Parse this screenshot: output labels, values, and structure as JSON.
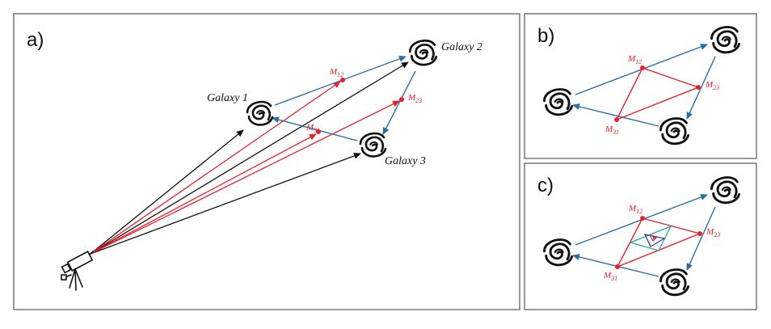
{
  "panels": {
    "a": {
      "label": "a)"
    },
    "b": {
      "label": "b)"
    },
    "c": {
      "label": "c)"
    }
  },
  "galaxies": {
    "g1": "Galaxy 1",
    "g2": "Galaxy 2",
    "g3": "Galaxy 3"
  },
  "midpoints": {
    "m12": {
      "base": "M",
      "sub": "12"
    },
    "m23": {
      "base": "M",
      "sub": "23"
    },
    "m31": {
      "base": "M",
      "sub": "31"
    }
  },
  "icons": {
    "galaxy": "spiral-galaxy-icon",
    "observer": "telescope-icon"
  },
  "colors": {
    "sight_line": "#111111",
    "galaxy_link": "#2a6ea6",
    "midpoint": "#e8202a",
    "inner_1": "#2aa6a0",
    "inner_2": "#3a3aa0",
    "inner_3": "#8a3aa0"
  }
}
